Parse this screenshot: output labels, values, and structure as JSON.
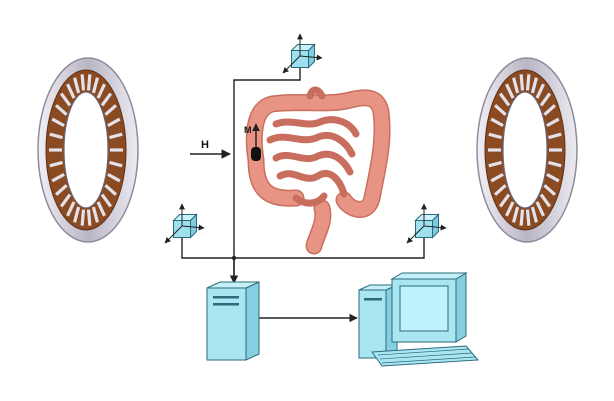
{
  "labels": {
    "field": "H",
    "magnet": "M"
  },
  "colors": {
    "background": "#ffffff",
    "line": "#222222",
    "cube_fill": "#9fe0ee",
    "cube_stroke": "#2a6a7a",
    "intestine": "#e89484",
    "intestine_dark": "#c96e5f",
    "coil_copper": "#8a4a22",
    "coil_ring": "#d0ccd8",
    "computer_fill": "#a9e6f2",
    "computer_stroke": "#2b6b7b",
    "screen": "#bff1fb"
  },
  "components": [
    {
      "id": "coil-left",
      "icon": "electromagnetic-coil-icon"
    },
    {
      "id": "coil-right",
      "icon": "electromagnetic-coil-icon"
    },
    {
      "id": "sensor-top",
      "icon": "3-axis-sensor-cube-icon"
    },
    {
      "id": "sensor-left",
      "icon": "3-axis-sensor-cube-icon"
    },
    {
      "id": "sensor-right",
      "icon": "3-axis-sensor-cube-icon"
    },
    {
      "id": "intestine",
      "icon": "intestine-icon"
    },
    {
      "id": "capsule",
      "icon": "magnetic-capsule-icon"
    },
    {
      "id": "server",
      "icon": "server-tower-icon"
    },
    {
      "id": "workstation",
      "icon": "desktop-computer-icon"
    }
  ]
}
